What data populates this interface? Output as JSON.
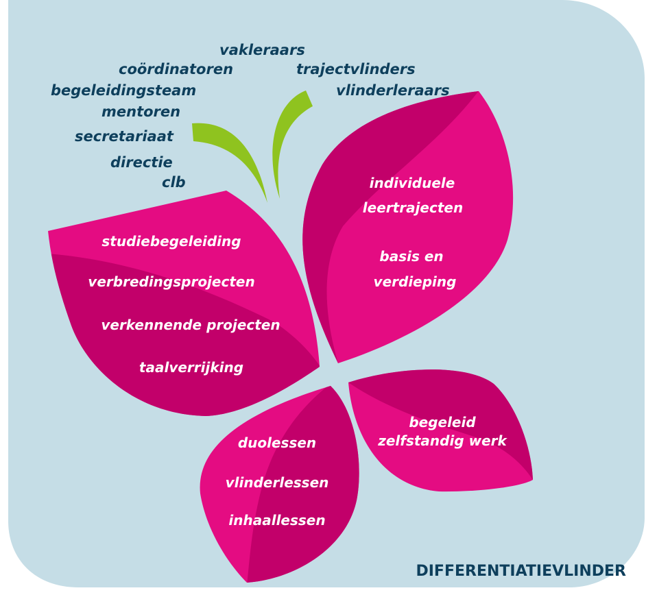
{
  "colors": {
    "background": "#c5dde6",
    "petal": "#e40c82",
    "petal_shade": "#c2006a",
    "antenna": "#8fc31f",
    "text_dark": "#0e3f5c",
    "text_light": "#ffffff"
  },
  "roles": {
    "vakleraars": "vakleraars",
    "coordinatoren": "coördinatoren",
    "trajectvlinders": "trajectvlinders",
    "begeleidingsteam": "begeleidingsteam",
    "vlinderleraars": "vlinderleraars",
    "mentoren": "mentoren",
    "secretariaat": "secretariaat",
    "directie": "directie",
    "clb": "clb"
  },
  "wings": {
    "upper_left": [
      "studiebegeleiding",
      "verbredingsprojecten",
      "verkennende projecten",
      "taalverrijking"
    ],
    "upper_right": [
      "individuele",
      "leertrajecten",
      "basis en",
      "verdieping"
    ],
    "lower_left": [
      "duolessen",
      "vlinderlessen",
      "inhaallessen"
    ],
    "lower_right": [
      "begeleid",
      "zelfstandig werk"
    ]
  },
  "title": "DIFFERENTIATIEVLINDER"
}
